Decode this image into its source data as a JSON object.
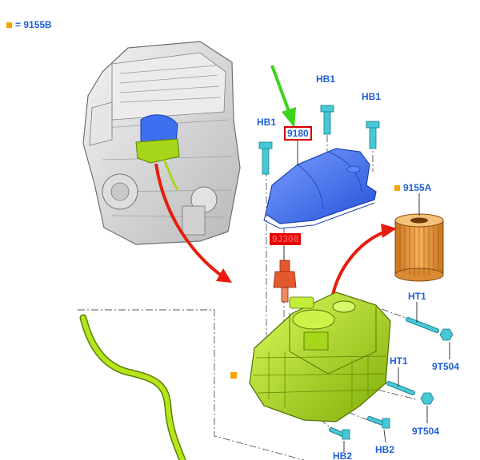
{
  "colors": {
    "callout_text": "#1f5fd6",
    "legend_marker": "#f5a400",
    "highlight_box": "#d10000",
    "highlight_fill": "#e00000",
    "arrow_red": "#e81c0e",
    "arrow_green": "#3fd21e",
    "cover_blue": "#3d6ff0",
    "housing_green": "#b5e61d",
    "filter_orange": "#ef9a3c",
    "fastener_teal": "#46c8d6",
    "sensor_red": "#e4582e",
    "engine_grey": "#d8d8d8"
  },
  "legend": {
    "text": "= 9155B"
  },
  "callouts": {
    "hb1_a": "HB1",
    "hb1_b": "HB1",
    "hb1_c": "HB1",
    "cover": "9180",
    "filter": "9155A",
    "sensor": "9J308",
    "ht1_a": "HT1",
    "ht1_b": "HT1",
    "nut_a": "9T504",
    "nut_b": "9T504",
    "hb2_a": "HB2",
    "hb2_b": "HB2"
  },
  "icons": {
    "engine": "engine-block-illustration",
    "cover": "fuel-filter-cover-illustration",
    "filter": "fuel-filter-element-illustration",
    "sensor": "water-in-fuel-sensor-illustration",
    "housing": "fuel-filter-housing-illustration",
    "hose": "fuel-hose-illustration",
    "bolt": "bolt-icon",
    "nut": "nut-icon"
  }
}
